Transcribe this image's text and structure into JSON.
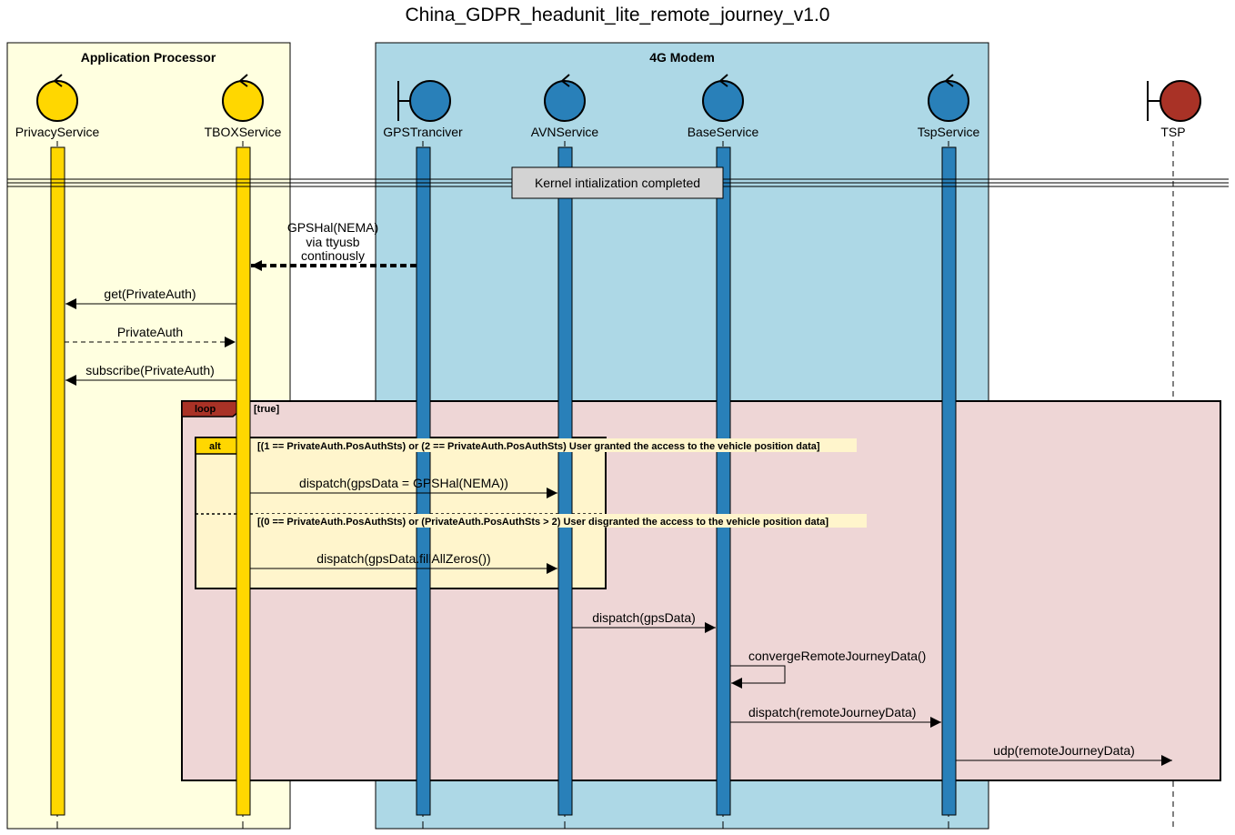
{
  "title": "China_GDPR_headunit_lite_remote_journey_v1.0",
  "colors": {
    "app_box": "#FFFFE0",
    "modem_box": "#ADD8E6",
    "yellow": "#FFD700",
    "blue": "#2980B9",
    "red": "#A93226",
    "loop_fill": "#EED6D6",
    "alt_fill": "#FFF5CC",
    "divider_fill": "#D3D3D3"
  },
  "boxes": {
    "app": "Application Processor",
    "modem": "4G Modem"
  },
  "participants": {
    "privacy": "PrivacyService",
    "tbox": "TBOXService",
    "gps": "GPSTranciver",
    "avn": "AVNService",
    "base": "BaseService",
    "tsp_service": "TspService",
    "tsp": "TSP"
  },
  "participant_shapes": {
    "privacy": "control-icon",
    "tbox": "control-icon",
    "gps": "boundary-icon",
    "avn": "control-icon",
    "base": "control-icon",
    "tsp_service": "control-icon",
    "tsp": "boundary-icon"
  },
  "divider": "Kernel intialization completed",
  "messages": {
    "gps_line1": "GPSHal(NEMA)",
    "gps_line2": "via ttyusb",
    "gps_line3": "continously",
    "get_auth": "get(PrivateAuth)",
    "auth_reply": "PrivateAuth",
    "subscribe": "subscribe(PrivateAuth)",
    "dispatch_gps": "dispatch(gpsData = GPSHal(NEMA))",
    "dispatch_zeros": "dispatch(gpsData.fillAllZeros())",
    "dispatch_data": "dispatch(gpsData)",
    "converge": "convergeRemoteJourneyData()",
    "dispatch_remote": "dispatch(remoteJourneyData)",
    "udp": "udp(remoteJourneyData)"
  },
  "frames": {
    "loop_tag": "loop",
    "loop_guard": "[true]",
    "alt_tag": "alt",
    "alt_guard1": "[(1 == PrivateAuth.PosAuthSts) or (2 == PrivateAuth.PosAuthSts) User granted the access to the vehicle position data]",
    "alt_guard2": "[(0 == PrivateAuth.PosAuthSts) or (PrivateAuth.PosAuthSts > 2) User disgranted the access to the vehicle position data]"
  }
}
